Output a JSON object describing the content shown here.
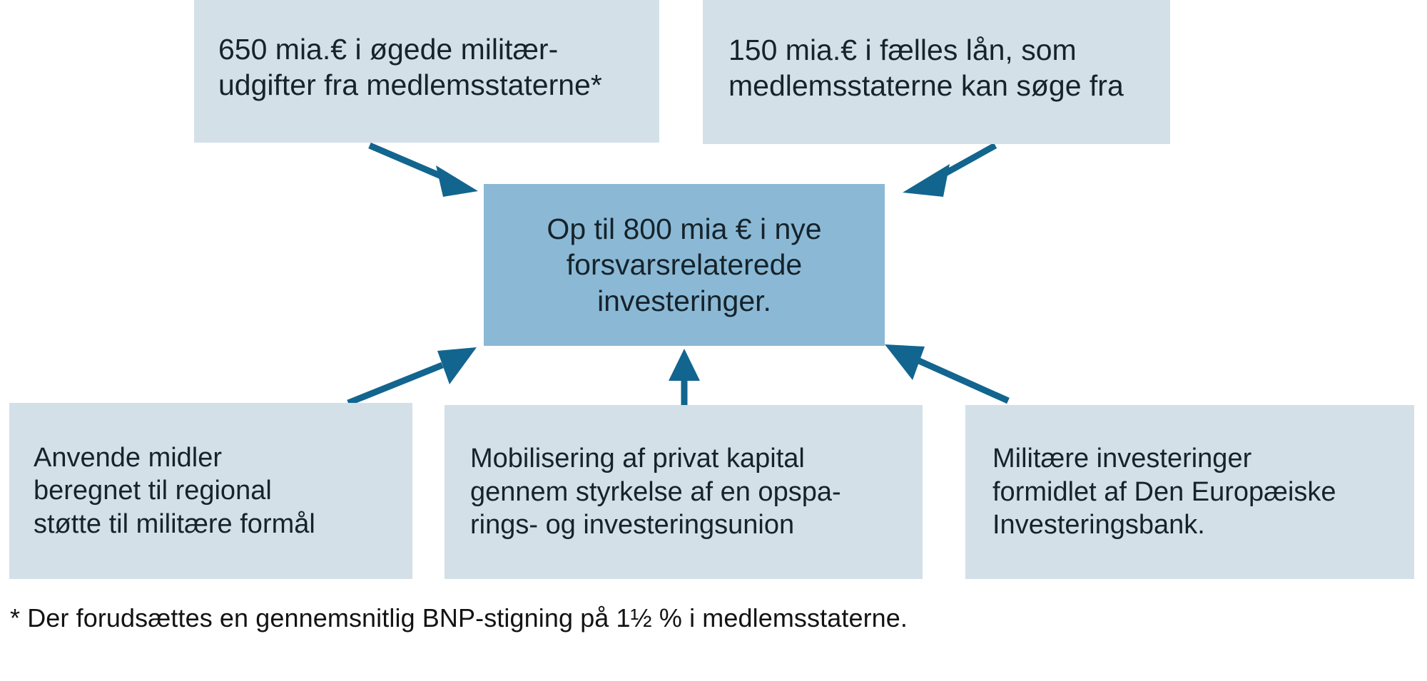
{
  "diagram": {
    "colors": {
      "box_light": "#d3e0e8",
      "box_center": "#8bb9d5",
      "arrow": "#12658f",
      "text": "#15232b",
      "background": "#ffffff"
    },
    "top_boxes": [
      {
        "id": "increased-military-spending",
        "text": "650 mia.€ i øgede militær-\nudgifter fra medlemsstaterne*"
      },
      {
        "id": "joint-loans",
        "text": "150 mia.€ i fælles lån, som\nmedlemsstaterne kan søge fra"
      }
    ],
    "center_box": {
      "id": "new-defence-investments",
      "text": "Op til 800 mia € i nye\nforsvarsrelaterede\ninvesteringer."
    },
    "bottom_boxes": [
      {
        "id": "regional-funds",
        "text": "Anvende midler\nberegnet til regional\nstøtte til militære formål"
      },
      {
        "id": "private-capital",
        "text": "Mobilisering af privat kapital\ngennem styrkelse af en opspa-\nrings- og investeringsunion"
      },
      {
        "id": "eib-investments",
        "text": "Militære investeringer\nformidlet af Den Europæiske\nInvesteringsbank."
      }
    ],
    "footnote": "* Der forudsættes en gennemsnitlig BNP-stigning på 1½ % i medlemsstaterne.",
    "arrows": [
      {
        "id": "arrow-top-left-to-center",
        "direction": "down-right"
      },
      {
        "id": "arrow-top-right-to-center",
        "direction": "down-left"
      },
      {
        "id": "arrow-bottom-left-to-center",
        "direction": "up-right"
      },
      {
        "id": "arrow-bottom-mid-to-center",
        "direction": "up"
      },
      {
        "id": "arrow-bottom-right-to-center",
        "direction": "up-left"
      }
    ]
  }
}
